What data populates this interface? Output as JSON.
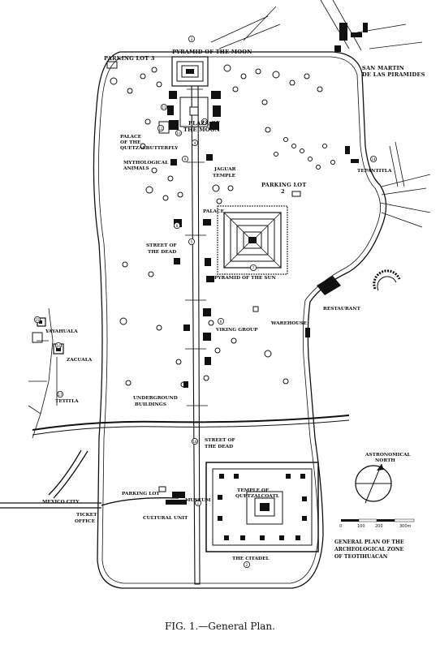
{
  "labels": {
    "pyramid_moon": "PYRAMID OF THE MOON",
    "parking_lot_3": "PARKING LOT 3",
    "san_martin_1": "SAN MARTIN",
    "san_martin_2": "DE LAS PIRAMIDES",
    "plaza_moon_1": "PLAZA OF",
    "plaza_moon_2": "THE MOON",
    "palace_qb_1": "PALACE",
    "palace_qb_2": "OF THE",
    "palace_qb_3": "QUETZALBUTTERFLY",
    "mythological_1": "MYTHOLOGICAL",
    "mythological_2": "ANIMALS",
    "jaguar_1": "JAGUAR",
    "jaguar_2": "TEMPLE",
    "tepantitla": "TEPANTITLA",
    "parking_lot_2_1": "PARKING LOT",
    "parking_lot_2_2": "2",
    "palace": "PALACE",
    "street_dead_1": "STREET OF",
    "street_dead_2": "THE DEAD",
    "pyramid_sun": "PYRAMID OF THE SUN",
    "restaurant": "RESTAURANT",
    "yayahuala": "YAYAHUALA",
    "zacuala": "ZACUALA",
    "tetitla": "TETITLA",
    "viking_group": "VIKING GROUP",
    "warehouse": "WAREHOUSE",
    "underground_1": "UNDERGROUND",
    "underground_2": "BUILDINGS",
    "street_dead_b": "STREET OF THE DEAD",
    "astronomical_1": "ASTRONOMICAL",
    "astronomical_2": "NORTH",
    "mexico_city": "MEXICO CITY",
    "ticket_1": "TICKET",
    "ticket_2": "OFFICE",
    "parking_lot": "PARKING LOT",
    "museum": "MUSEUM",
    "cultural_unit": "CULTURAL UNIT",
    "temple_q_1": "TEMPLE OF",
    "temple_q_2": "QUETZALCOATL",
    "citadel": "THE CITADEL",
    "general_plan_1": "GENERAL PLAN OF THE",
    "general_plan_2": "ARCHEOLOGICAL ZONE",
    "general_plan_3": "OF TEOTIHUACAN"
  },
  "scale": {
    "ticks": [
      "0",
      "100",
      "200",
      "300m"
    ]
  },
  "markers": [
    "1",
    "2",
    "3",
    "4",
    "5",
    "6",
    "7",
    "8",
    "9",
    "10",
    "11",
    "12",
    "13",
    "14",
    "15",
    "16",
    "17",
    "18"
  ],
  "caption": "FIG. 1.—General Plan."
}
